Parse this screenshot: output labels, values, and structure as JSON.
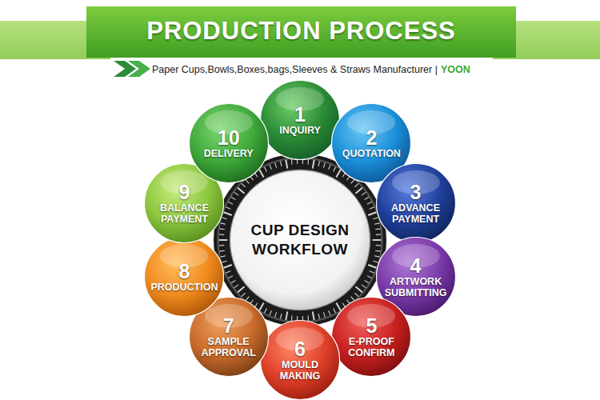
{
  "diagram": {
    "title": "PRODUCTION PROCESS",
    "nodes": [
      {
        "text": [
          "CUP DESIGN WORKFLOW"
        ]
      },
      {
        "text": [
          "1",
          "INQUIRY"
        ]
      },
      {
        "text": [
          "2",
          "QUOTATION"
        ]
      },
      {
        "text": [
          "3",
          "ADVANCE PAYMENT"
        ]
      },
      {
        "text": [
          "4",
          "ARTWORK SUBMITTING"
        ]
      },
      {
        "text": [
          "5",
          "E-PROOF CONFIRM"
        ]
      },
      {
        "text": [
          "6",
          "MOULD MAKING"
        ]
      },
      {
        "text": [
          "7",
          "SAMPLE APPROVAL"
        ]
      },
      {
        "text": [
          "8",
          "PRODUCTION"
        ]
      },
      {
        "text": [
          "9",
          "BALANCE PAYMENT"
        ]
      },
      {
        "text": [
          "10",
          "DELIVERY"
        ]
      }
    ],
    "labels": [
      "Paper Cups,Bowls,Boxes,bags,Sleeves & Straws Manufacturer |",
      "YOON"
    ]
  }
}
